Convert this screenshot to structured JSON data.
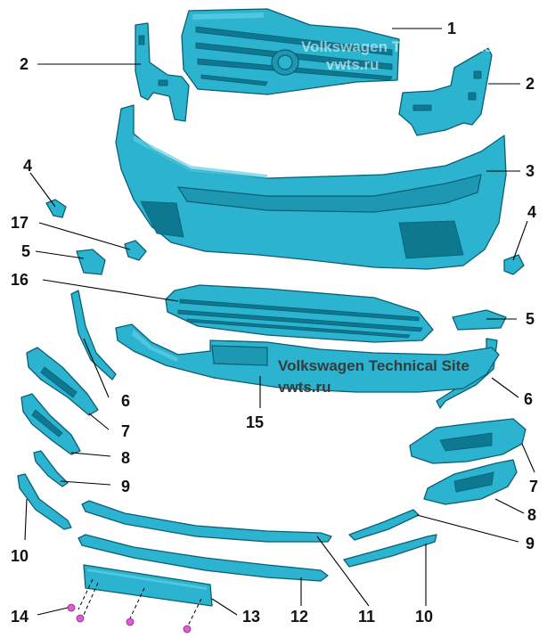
{
  "watermark": {
    "line1": "Volkswagen Technical Site",
    "line2": "vwts.ru"
  },
  "callouts": {
    "c1": "1",
    "c2a": "2",
    "c2b": "2",
    "c3": "3",
    "c4a": "4",
    "c4b": "4",
    "c5a": "5",
    "c5b": "5",
    "c6a": "6",
    "c6b": "6",
    "c7a": "7",
    "c7b": "7",
    "c8a": "8",
    "c8b": "8",
    "c9a": "9",
    "c9b": "9",
    "c10a": "10",
    "c10b": "10",
    "c11": "11",
    "c12": "12",
    "c13": "13",
    "c14": "14",
    "c15": "15",
    "c16": "16",
    "c17": "17"
  },
  "colors": {
    "part_fill": "#2bb3cf",
    "part_outline": "#0b5f73",
    "clip_color": "#e05ad6"
  }
}
